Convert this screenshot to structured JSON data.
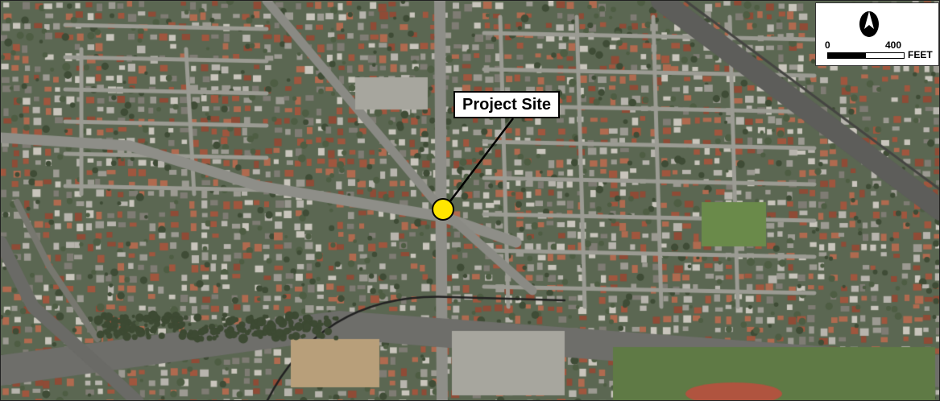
{
  "callout": {
    "label": "Project Site",
    "marker_color": "#ffe600"
  },
  "scale": {
    "zero_label": "0",
    "max_label": "400",
    "unit_label": "FEET"
  },
  "north_arrow": {
    "icon": "north-arrow-icon"
  },
  "colors": {
    "vegetation": "#4e5d43",
    "roads": "#9b9b93",
    "highway": "#6e6e6a",
    "rooftops_red": "#a0563e",
    "rooftops_gray": "#b7b4ad"
  }
}
